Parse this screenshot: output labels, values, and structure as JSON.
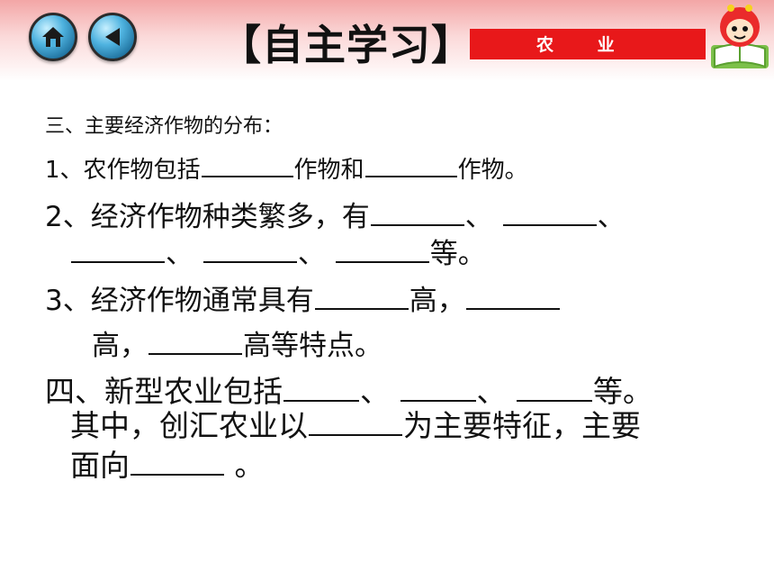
{
  "header": {
    "title": "【自主学习】",
    "banner_text": "农 业"
  },
  "icons": {
    "home": "home-icon",
    "back": "triangle-left-icon",
    "mascot": "cartoon-reading-mascot-icon"
  },
  "colors": {
    "banner": "#e8181a",
    "header_gradient_top": "#f3a6a6",
    "button_blue": "#4fb3e0"
  },
  "content": {
    "l1_a": "三、主要经济作物的分布：",
    "l2_a": "1、农作物包括",
    "l2_b": "作物和",
    "l2_c": "作物。",
    "l3_a": "2、经济作物种类繁多，有",
    "l3_b": "、",
    "l3_c": "、",
    "l4_a": "、",
    "l4_b": "、",
    "l4_c": "等。",
    "l5_a": "3、经济作物通常具有",
    "l5_b": "高，",
    "l6_a": "高，",
    "l6_b": "高等特点。",
    "l7_a": "四、新型农业包括",
    "l7_b": "、",
    "l7_c": "、",
    "l7_d": "等。",
    "l8_a": "其中，创汇农业以",
    "l8_b": "为主要特征，主要",
    "l9_a": "面向",
    "l9_b": " 。"
  }
}
